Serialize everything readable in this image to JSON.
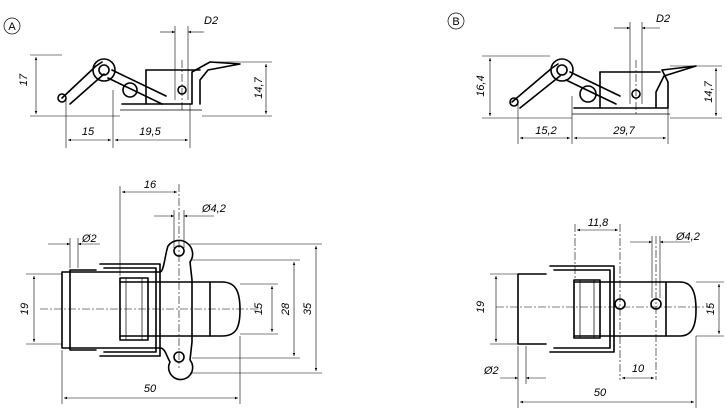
{
  "views": {
    "A": {
      "label": "A",
      "side": {
        "d2": "D2",
        "height_left": "17",
        "height_right": "14,7",
        "len_a": "15",
        "len_b": "19,5"
      },
      "top": {
        "d2": "Ø2",
        "offset": "16",
        "hole": "Ø4,2",
        "width_19": "19",
        "width_15": "15",
        "width_28": "28",
        "width_35": "35",
        "length": "50"
      }
    },
    "B": {
      "label": "B",
      "side": {
        "d2": "D2",
        "height_left": "16,4",
        "height_right": "14,7",
        "len_a": "15,2",
        "len_b": "29,7"
      },
      "top": {
        "offset": "11,8",
        "hole": "Ø4,2",
        "width_19": "19",
        "width_15": "15",
        "d2": "Ø2",
        "spacing": "10",
        "length": "50"
      }
    }
  }
}
